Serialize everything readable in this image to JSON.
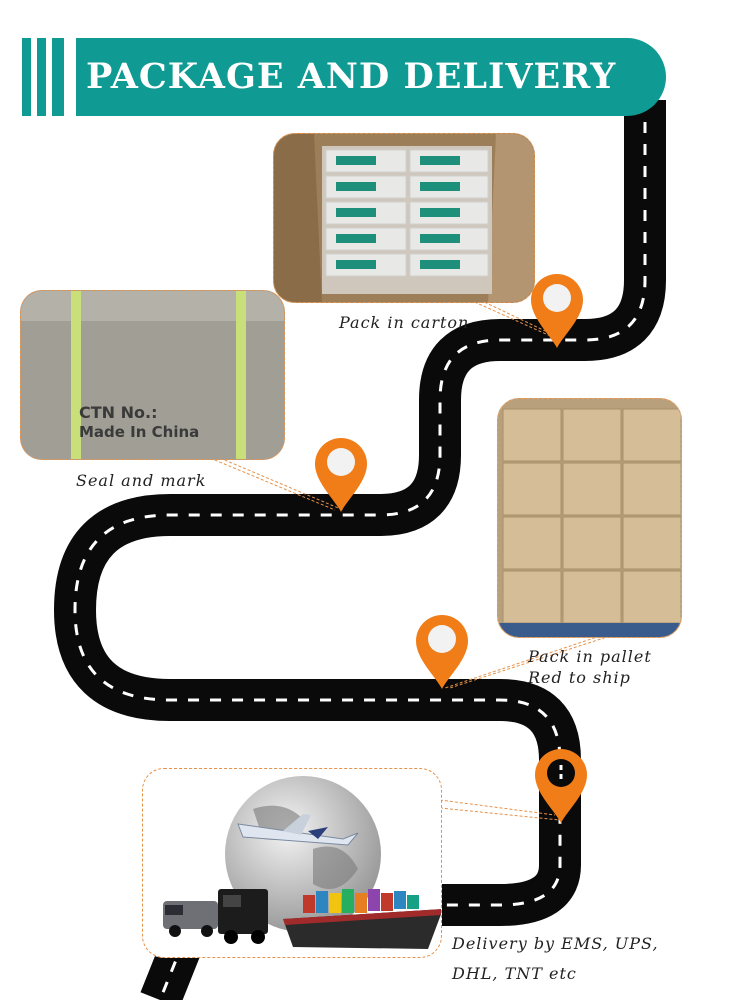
{
  "header": {
    "title": "PACKAGE AND DELIVERY",
    "color": "#0f9a93"
  },
  "accent": {
    "pin": "#f07d18",
    "road": "#0a0a0a",
    "dash": "#ffffff",
    "connector": "#e5924a"
  },
  "steps": [
    {
      "caption": "Pack in carton"
    },
    {
      "caption": "Seal and mark",
      "photo_text": [
        "CTN No.:",
        "Made In China"
      ]
    },
    {
      "caption_line1": "Pack in pallet",
      "caption_line2": "Red to ship"
    },
    {
      "caption_line1": "Delivery by EMS, UPS,",
      "caption_line2": "DHL, TNT etc"
    }
  ]
}
